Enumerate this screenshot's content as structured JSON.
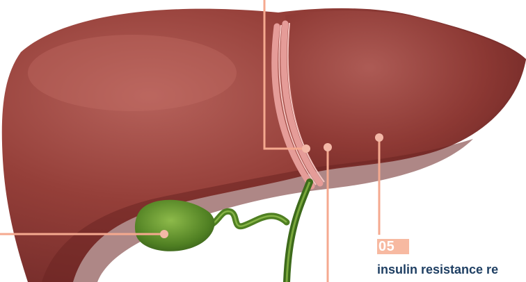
{
  "callout": {
    "number": "05",
    "caption": "insulin resistance re",
    "badge_color": "#f7b9a1",
    "text_color": "#1f3f63"
  },
  "colors": {
    "liver": "#8f3a35",
    "liver_highlight": "#b8625a",
    "liver_shadow": "#6a2423",
    "ligament": "#e59c98",
    "gallbladder": "#5f8f2c",
    "bile_duct": "#4f7f22",
    "leader_line": "#f5a98f",
    "marker_dot": "#f3b8a7"
  },
  "icons": [
    "liver-illustration",
    "gallbladder-illustration"
  ]
}
